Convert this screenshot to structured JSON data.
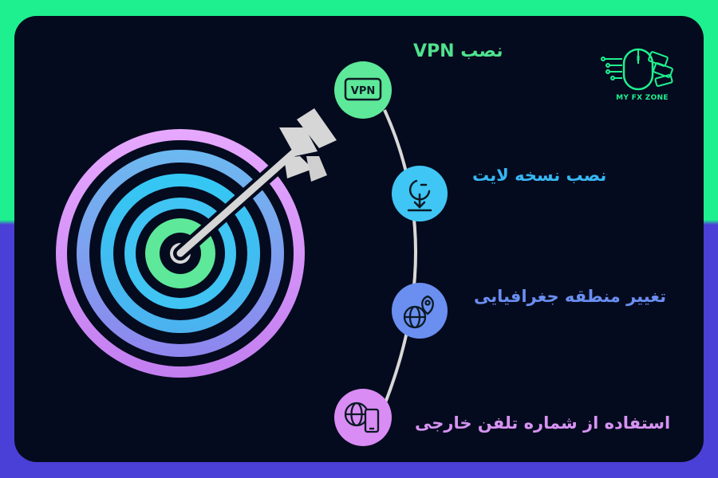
{
  "logo": {
    "name": "MY FX ZONE",
    "color": "#1ff08f"
  },
  "steps": [
    {
      "label": "نصب VPN",
      "icon": "vpn-badge-icon",
      "circle_color": "#5ee89a",
      "text_color": "#4fe28f"
    },
    {
      "label": "نصب نسخه لایت",
      "icon": "download-app-icon",
      "circle_color": "#3fc6f5",
      "text_color": "#37b6f3"
    },
    {
      "label": "تغییر منطقه جغرافیایی",
      "icon": "globe-location-icon",
      "circle_color": "#6a8ff0",
      "text_color": "#6a8ef1"
    },
    {
      "label": "استفاده از شماره تلفن خارجی",
      "icon": "globe-phone-icon",
      "circle_color": "#d98cf4",
      "text_color": "#d693f2"
    }
  ],
  "colors": {
    "frame_top": "#1ff08f",
    "frame_bottom": "#4a3fd6",
    "panel_bg": "#050b1e",
    "target_rings": [
      "#d98cf4",
      "#6a8ff0",
      "#3fc6f5",
      "#5ee89a"
    ]
  }
}
